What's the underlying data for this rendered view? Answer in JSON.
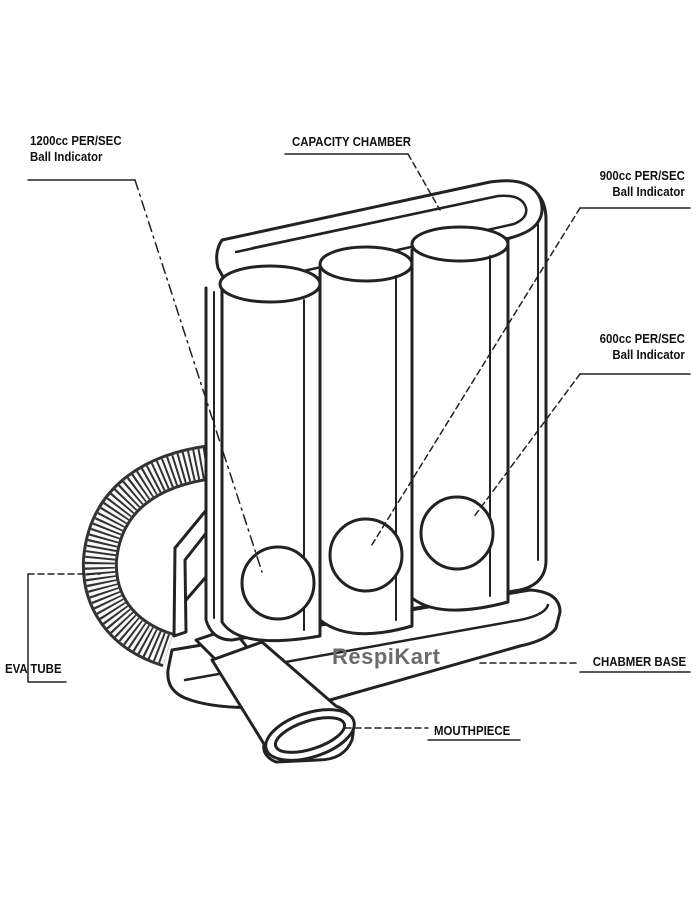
{
  "diagram": {
    "labels": {
      "ball_1200": {
        "line1": "1200cc PER/SEC",
        "line2": "Ball Indicator"
      },
      "capacity_chamber": "CAPACITY CHAMBER",
      "ball_900": {
        "line1": "900cc PER/SEC",
        "line2": "Ball Indicator"
      },
      "ball_600": {
        "line1": "600cc PER/SEC",
        "line2": "Ball Indicator"
      },
      "eva_tube": "EVA TUBE",
      "chamber_base": "CHABMER BASE",
      "mouthpiece": "MOUTHPIECE"
    },
    "brand": "RespiKart"
  }
}
